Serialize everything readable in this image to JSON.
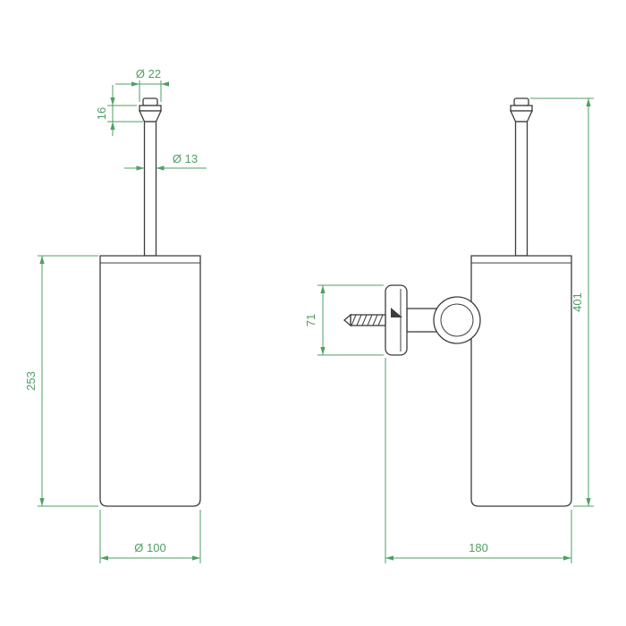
{
  "diagram": {
    "dimensions": {
      "knob_diameter": "Ø 22",
      "knob_height": "16",
      "rod_diameter": "Ø 13",
      "body_height": "253",
      "body_diameter": "Ø 100",
      "bracket_height": "71",
      "total_height": "401",
      "total_depth": "180"
    },
    "colors": {
      "dimension": "#4f9f63",
      "outline": "#3c3c3c",
      "background": "#ffffff"
    }
  }
}
